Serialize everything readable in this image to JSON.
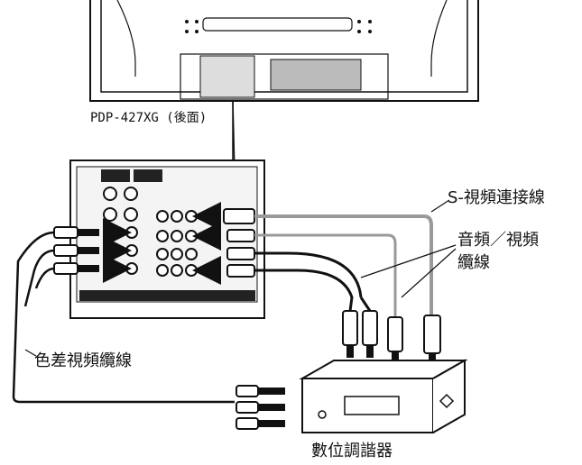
{
  "labels": {
    "model": "PDP-427XG (後面)",
    "s_video_cable": "S-視頻連接線",
    "audio_video_cable_line1": "音頻／視頻",
    "audio_video_cable_line2": "纜線",
    "component_cable": "色差視頻纜線",
    "set_top_box": "數位調諧器"
  },
  "icons": {
    "tv": "tv-rear-icon",
    "panel": "connector-panel-icon",
    "stb": "digital-tuner-icon"
  },
  "colors": {
    "line": "#111111",
    "gray_cable": "#999999",
    "panel_dark": "#222222"
  }
}
